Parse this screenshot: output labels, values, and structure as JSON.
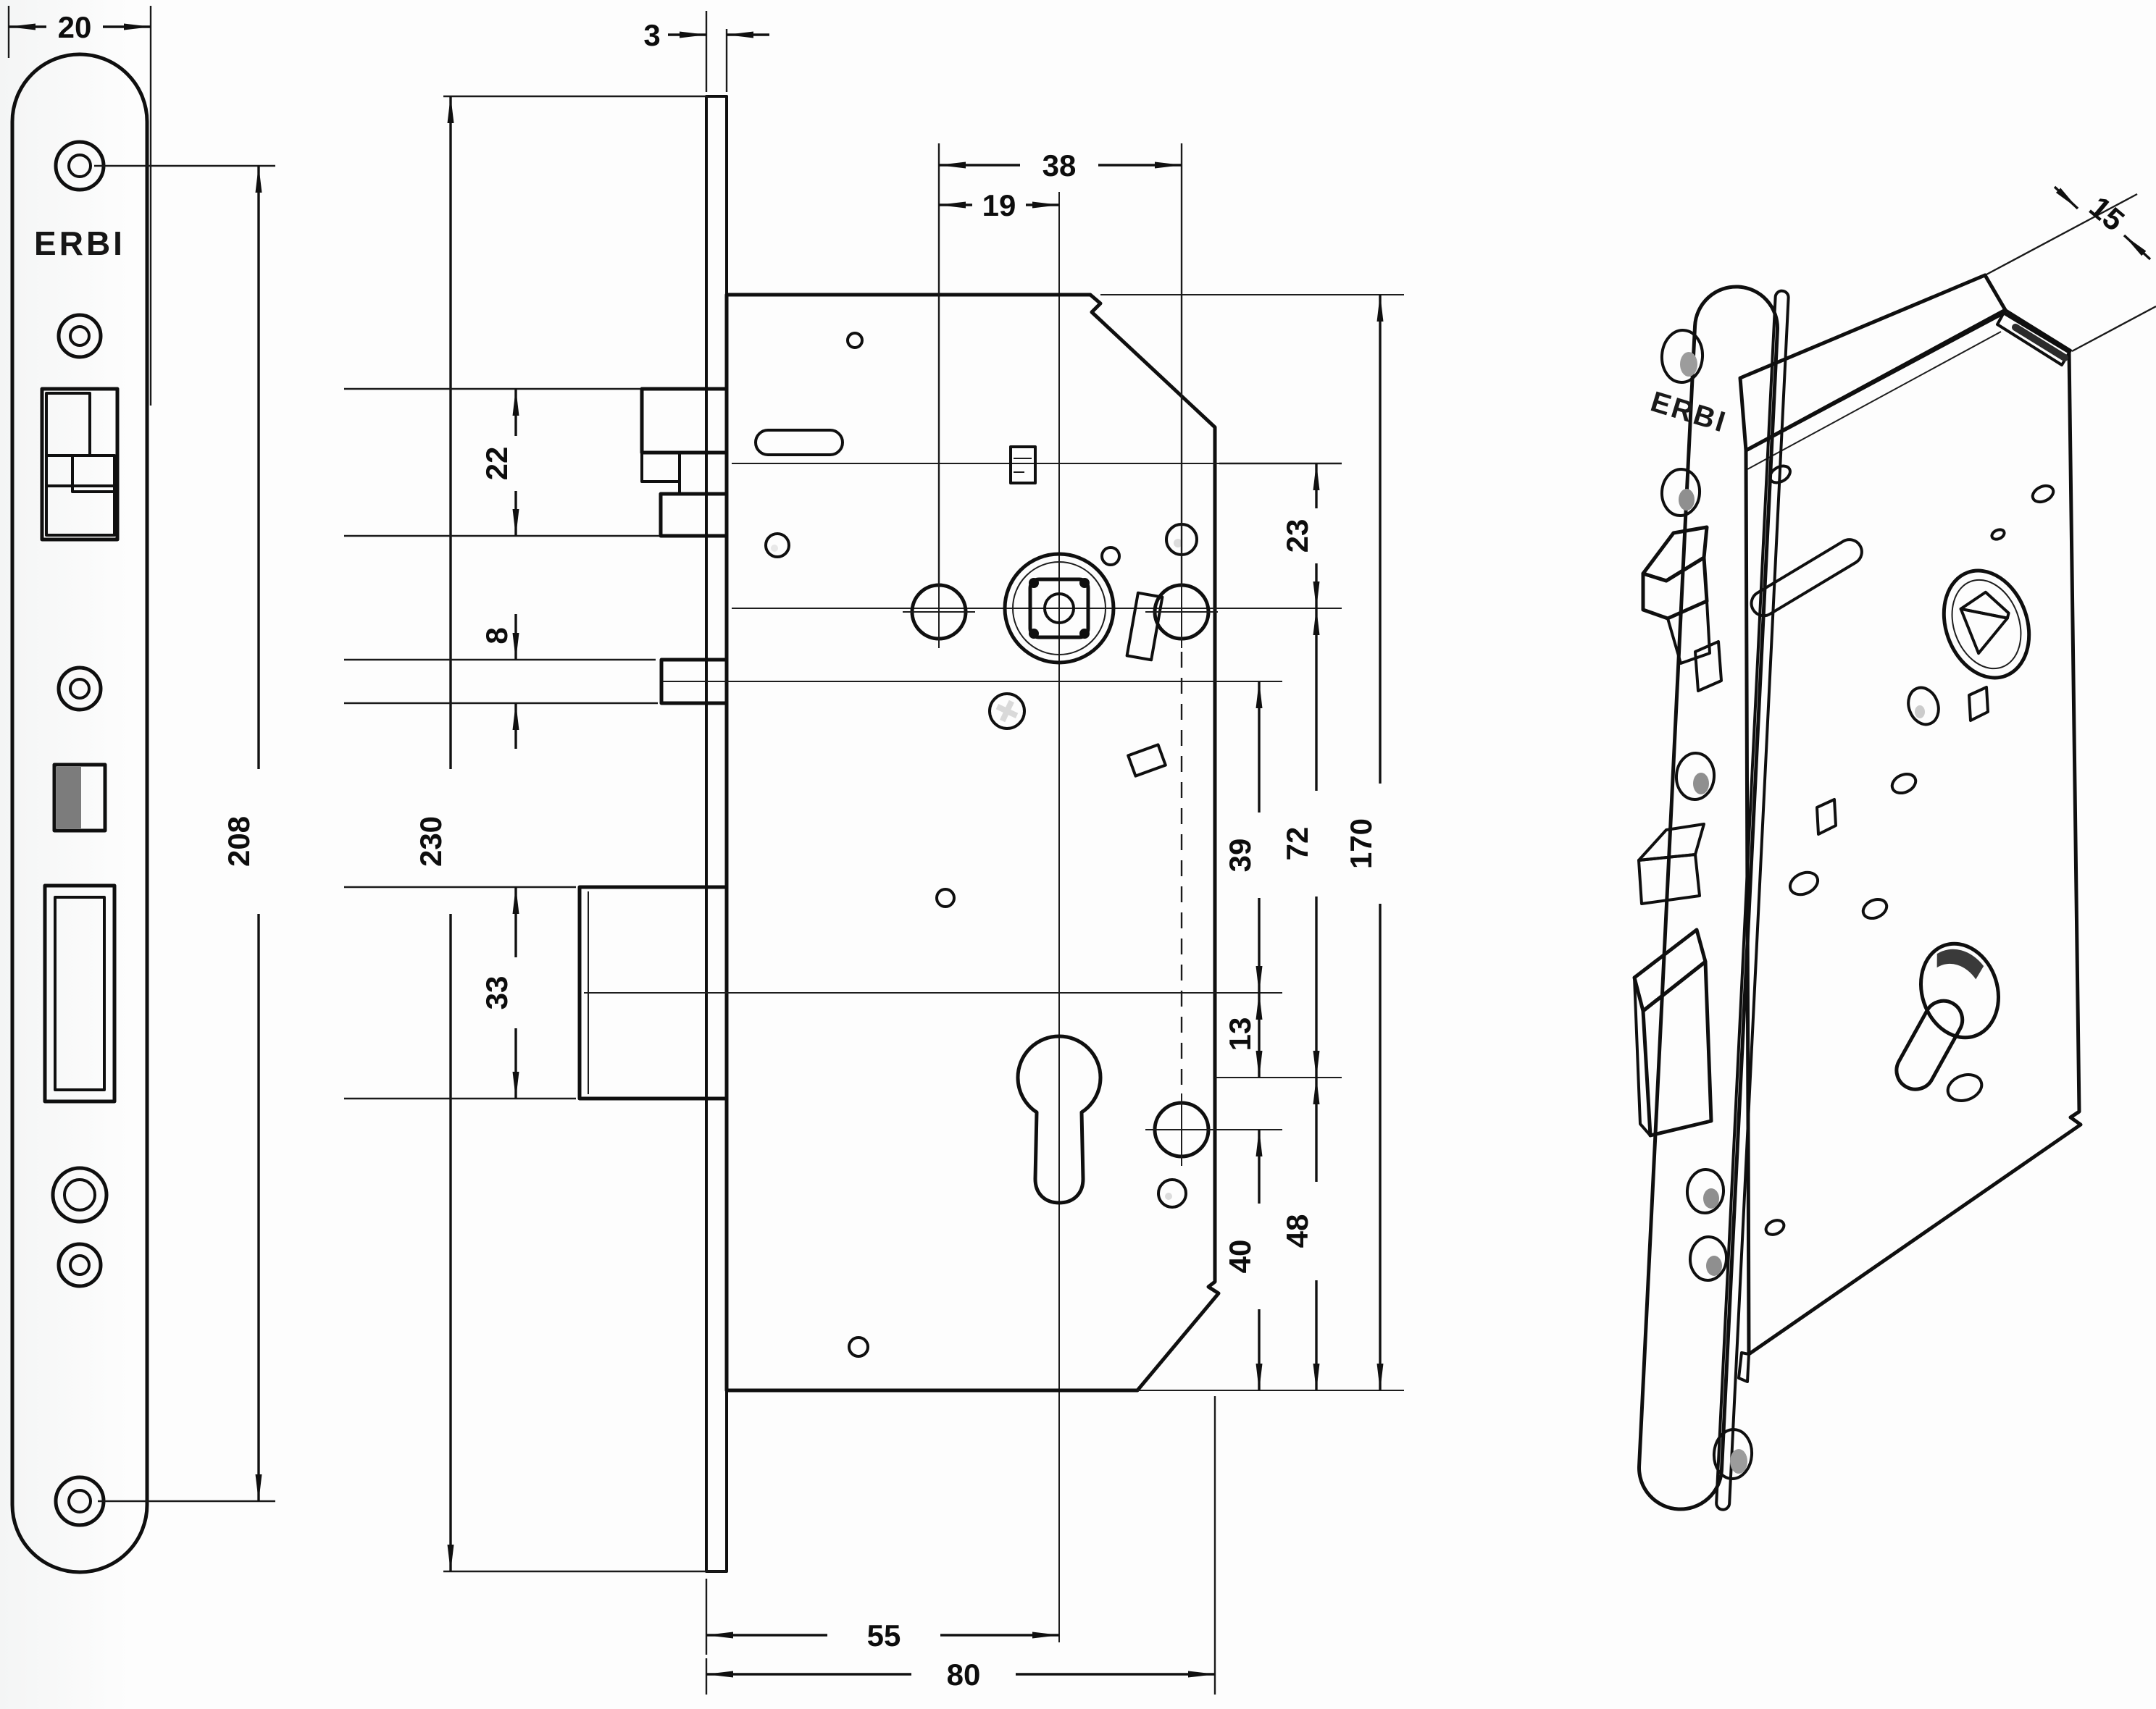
{
  "drawing": {
    "brand": "ERBI",
    "views": {
      "front": {
        "dims": {
          "faceplate_width": "20",
          "screw_hole_spacing": "208"
        }
      },
      "side": {
        "dims": {
          "faceplate_thickness": "3",
          "faceplate_length": "230",
          "latch_height": "22",
          "deadlatch_pin_height": "8",
          "deadbolt_height": "33",
          "handle_screw_span": "38",
          "screw_to_axis": "19",
          "latch_to_spindle": "23",
          "spindle_to_cylinder": "72",
          "case_height": "170",
          "pin_to_deadbolt": "39",
          "deadbolt_to_cylinder": "13",
          "screw_to_bottom": "40",
          "cylinder_to_bottom": "48",
          "backset": "55",
          "case_depth": "80"
        }
      },
      "iso": {
        "brand": "ERBI",
        "dims": {
          "case_thickness": "15"
        }
      }
    }
  }
}
